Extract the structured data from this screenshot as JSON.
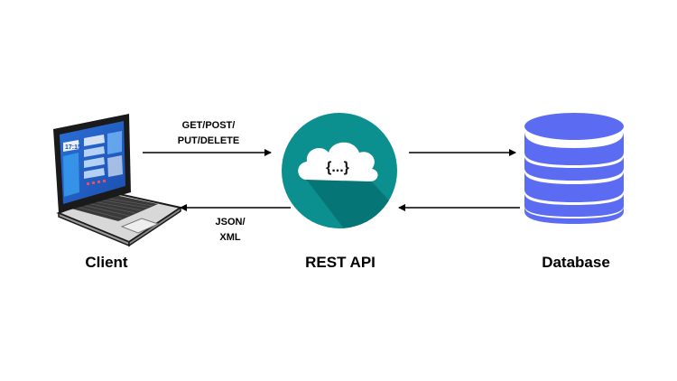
{
  "diagram": {
    "nodes": {
      "client": {
        "label": "Client",
        "icon": "laptop-icon"
      },
      "api": {
        "label": "REST API",
        "icon": "cloud-icon",
        "cloud_text": "{...}",
        "color": "#0b8f8f"
      },
      "database": {
        "label": "Database",
        "icon": "database-icon",
        "color": "#5b6cf2"
      }
    },
    "edges": {
      "request": {
        "label_lines": [
          "GET/POST/",
          "PUT/DELETE"
        ]
      },
      "response": {
        "label_lines": [
          "JSON/",
          "XML"
        ]
      },
      "api_to_db": {
        "label_lines": []
      },
      "db_to_api": {
        "label_lines": []
      }
    },
    "laptop_screen": {
      "clock": "17:15"
    }
  }
}
